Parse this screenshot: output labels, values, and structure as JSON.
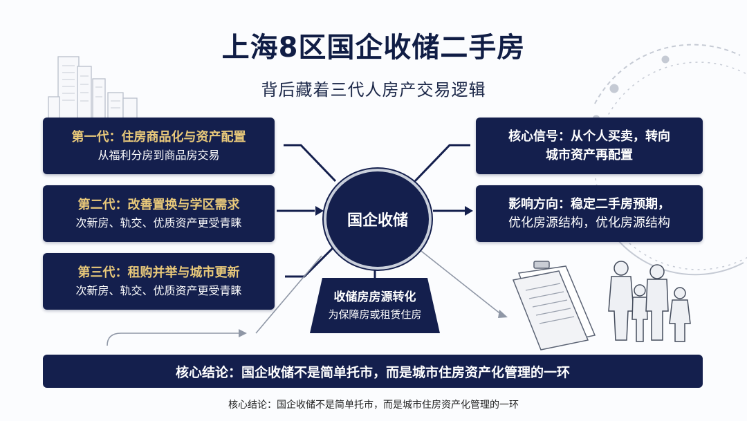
{
  "title": "上海8区国企收储二手房",
  "subtitle": "背后藏着三代人房产交易逻辑",
  "left_boxes": [
    {
      "line1": "第一代：住房商品化与资产配置",
      "line2": "从福利分房到商品房交易"
    },
    {
      "line1": "第二代：改善置换与学区需求",
      "line2": "次新房、轨交、优质资产更受青睐"
    },
    {
      "line1": "第三代：租购并举与城市更新",
      "line2": "次新房、轨交、优质资产更受青睐"
    }
  ],
  "center": {
    "label": "国企收储"
  },
  "right_boxes": [
    {
      "line1": "核心信号：从个人买卖，转向",
      "line2": "城市资产再配置"
    },
    {
      "line1": "影响方向：稳定二手房预期，",
      "line2": "优化房源结构，优化房源结构"
    }
  ],
  "bottom_box": {
    "line1": "收储房房源转化",
    "line2": "为保障房或租赁住房"
  },
  "conclusion": "核心结论：国企收储不是简单托市，而是城市住房资产化管理的一环",
  "caption": "核心结论：国企收储不是简单托市，而是城市住房资产化管理的一环",
  "colors": {
    "navy": "#141f4d",
    "gold": "#e9c97a",
    "background": "#fbfcfe"
  },
  "icons": [
    "city-skyline-icon",
    "gear-ring-icon",
    "document-icon",
    "family-icon"
  ]
}
